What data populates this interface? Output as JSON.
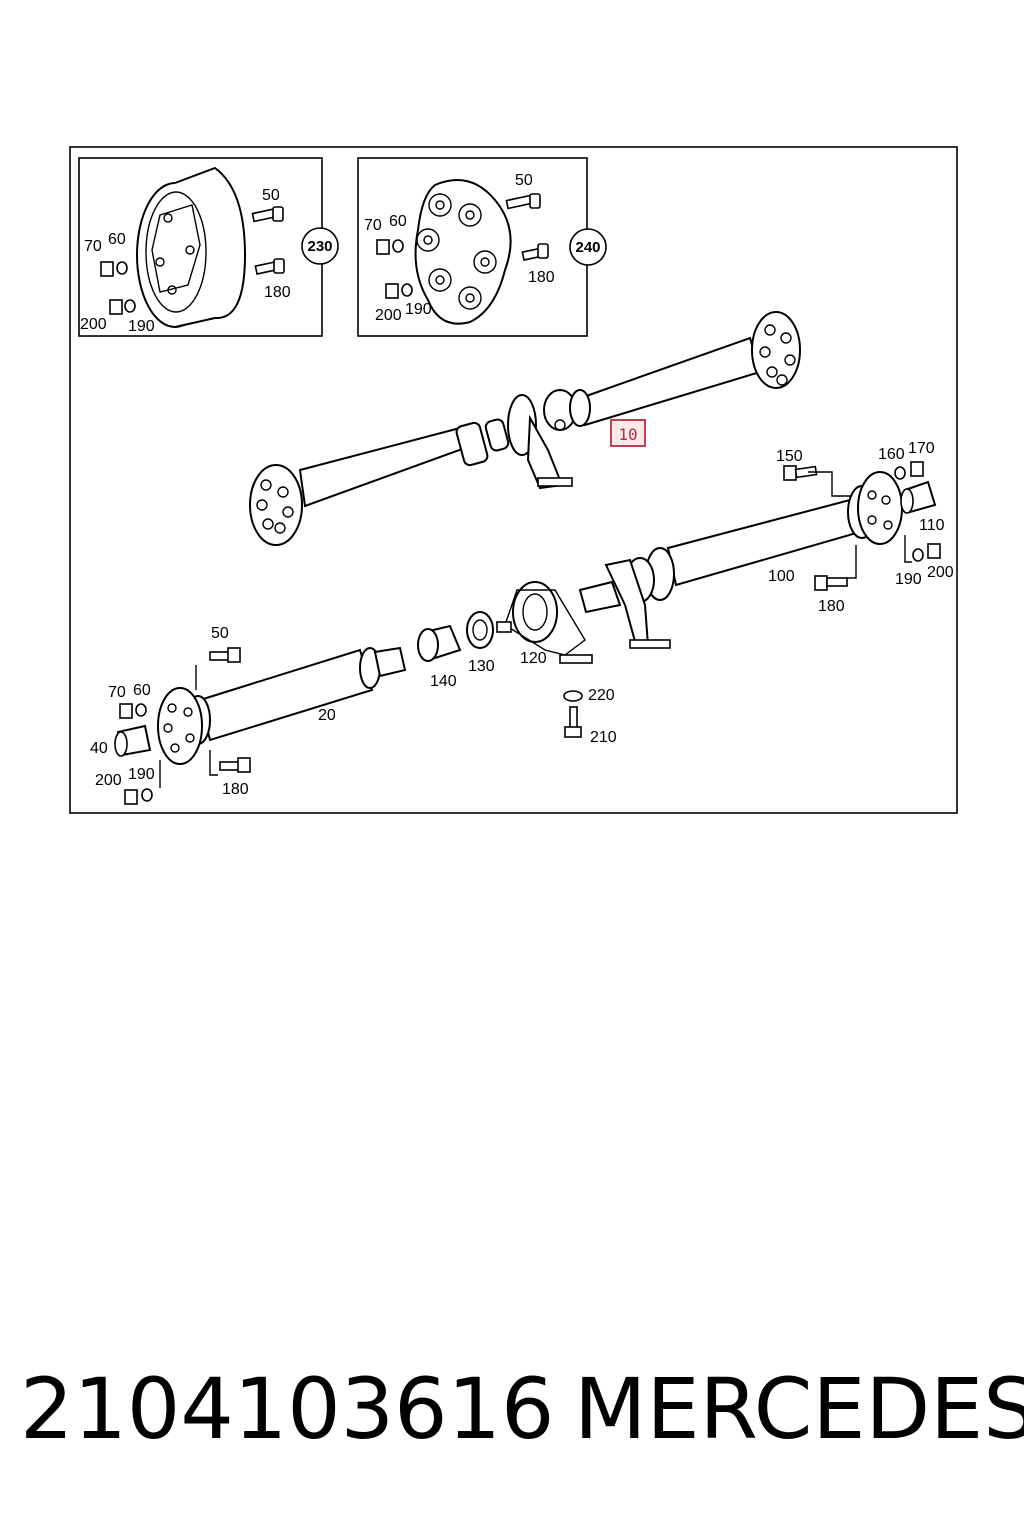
{
  "diagram": {
    "inset_left": {
      "callout": "230",
      "labels": {
        "l50": "50",
        "l70": "70",
        "l60": "60",
        "l180": "180",
        "l200": "200",
        "l190": "190"
      }
    },
    "inset_right": {
      "callout": "240",
      "labels": {
        "l50": "50",
        "l70": "70",
        "l60": "60",
        "l180": "180",
        "l200": "200",
        "l190": "190"
      }
    },
    "assembly": {
      "highlight_label": "10"
    },
    "exploded": {
      "labels": {
        "l150": "150",
        "l160": "160",
        "l170": "170",
        "l110": "110",
        "l100": "100",
        "l180a": "180",
        "l190a": "190",
        "l200a": "200",
        "l140": "140",
        "l130": "130",
        "l120": "120",
        "l220": "220",
        "l210": "210",
        "l50": "50",
        "l70": "70",
        "l60": "60",
        "l20": "20",
        "l40": "40",
        "l200b": "200",
        "l190b": "190",
        "l180b": "180"
      }
    }
  },
  "footer": {
    "part_number": "2104103616",
    "brand": "MERCEDES"
  },
  "colors": {
    "highlight": "#c04050",
    "line": "#000000"
  }
}
